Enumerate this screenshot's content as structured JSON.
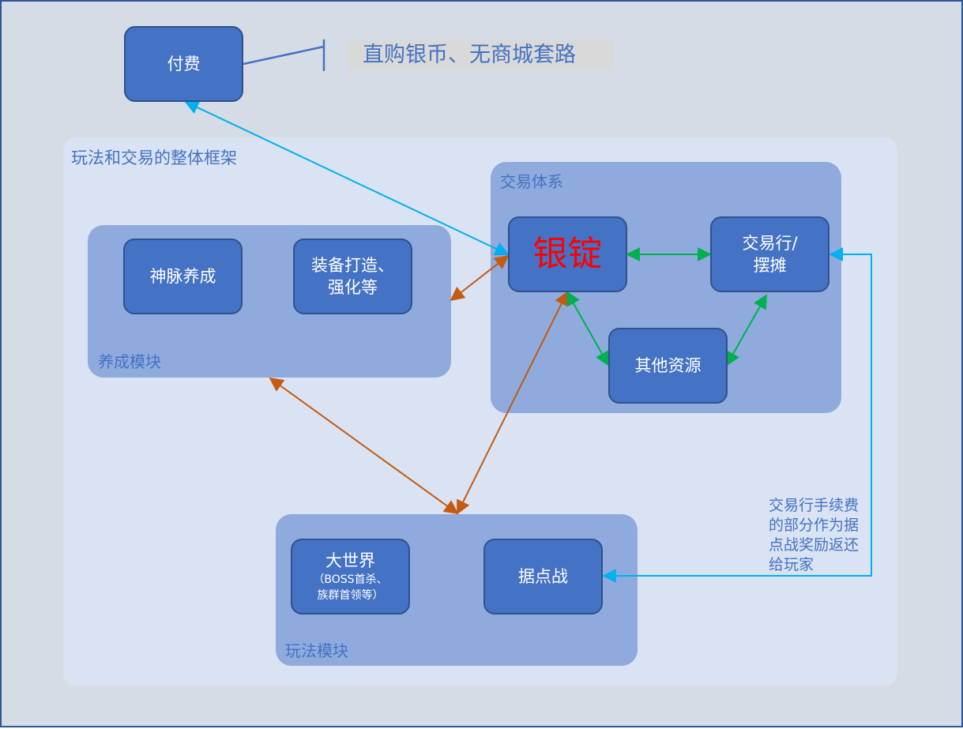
{
  "diagram": {
    "outer_frame_label": "玩法和交易的整体框架",
    "payment": {
      "label": "付费",
      "note": "直购银币、无商城套路"
    },
    "trade_system": {
      "label": "交易体系",
      "ingot": "银锭",
      "market_line1": "交易行/",
      "market_line2": "摆摊",
      "other_resources": "其他资源"
    },
    "growth_module": {
      "label": "养成模块",
      "meridian": "神脉养成",
      "equip_line1": "装备打造、",
      "equip_line2": "强化等"
    },
    "play_module": {
      "label": "玩法模块",
      "world_title": "大世界",
      "world_sub1": "（BOSS首杀、",
      "world_sub2": "族群首领等）",
      "stronghold": "据点战"
    },
    "fee_note": {
      "line1": "交易行手续费",
      "line2": "的部分作为据",
      "line3": "点战奖励返还",
      "line4": "给玩家"
    },
    "colors": {
      "node_fill": "#4472c4",
      "panel_fill": "#8faadc",
      "frame_fill": "#dae3f3",
      "background": "#d6dce5",
      "link_cyan": "#00b0f0",
      "link_orange": "#c55a11",
      "link_green": "#00b050",
      "ingot_text": "#ff0000"
    }
  }
}
